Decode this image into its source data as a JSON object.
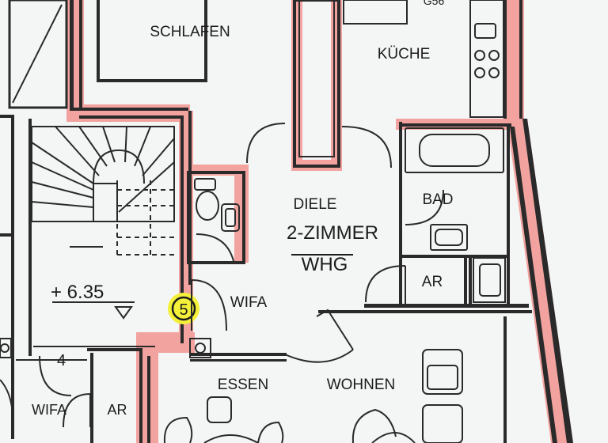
{
  "plan": {
    "rooms": {
      "schlafen": "SCHLAFEN",
      "kueche": "KÜCHE",
      "kueche_partial": "G56",
      "diele": "DIELE",
      "wohnung_type": "2-ZIMMER",
      "wohnung_abbr": "WHG",
      "bad": "BAD",
      "ar_right": "AR",
      "wifa_center": "WIFA",
      "essen": "ESSEN",
      "wohnen": "WOHNEN",
      "wifa_left": "WIFA",
      "ar_left": "AR"
    },
    "level": "+ 6.35",
    "stair_number": "4",
    "unit_marker": "5",
    "colors": {
      "wall_highlight": "#f2a3a0",
      "marker_fill": "#f4f03a",
      "ink": "#1c1c1c"
    }
  }
}
